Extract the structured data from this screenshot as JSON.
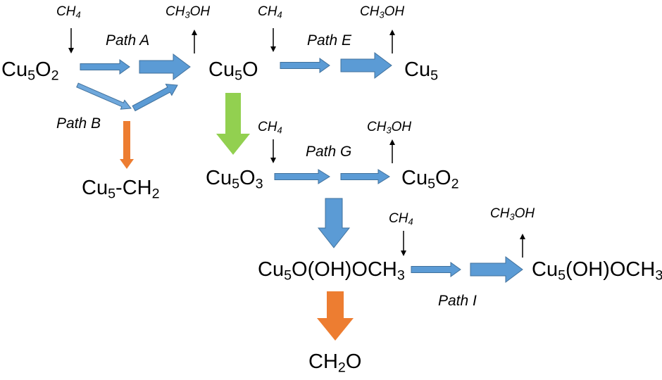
{
  "colors": {
    "flow_arrow": "#5b9bd5",
    "flow_arrow_light": "#6fa8dc",
    "oxidation_arrow": "#92d050",
    "side_product_arrow": "#ed7d31",
    "text": "#000000"
  },
  "species": {
    "cu5o2_start": [
      "Cu",
      "5",
      "O",
      "2"
    ],
    "cu5o": [
      "Cu",
      "5",
      "O"
    ],
    "cu5": [
      "Cu",
      "5"
    ],
    "cu5_ch2": [
      "Cu",
      "5",
      "-CH",
      "2"
    ],
    "cu5o3": [
      "Cu",
      "5",
      "O",
      "3"
    ],
    "cu5o2_product": [
      "Cu",
      "5",
      "O",
      "2"
    ],
    "cu5o_oh_och3": [
      "Cu",
      "5",
      "O(OH)OCH",
      "3"
    ],
    "cu5_oh_och3": [
      "Cu",
      "5",
      "(OH)OCH",
      "3"
    ],
    "ch2o": [
      "CH",
      "2",
      "O"
    ]
  },
  "molecules": {
    "ch4": [
      "CH",
      "4"
    ],
    "ch3oh": [
      "CH",
      "3",
      "OH"
    ]
  },
  "paths": {
    "a": "Path A",
    "b": "Path B",
    "e": "Path E",
    "g": "Path G",
    "i": "Path I"
  }
}
